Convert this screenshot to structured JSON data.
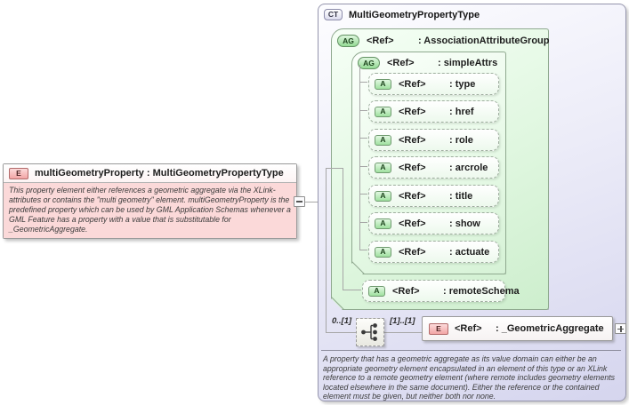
{
  "diagram": {
    "element": {
      "icon": "E",
      "title": "multiGeometryProperty : MultiGeometryPropertyType",
      "documentation": "This property element either references a geometric aggregate via the XLink-attributes or contains the \"multi geometry\" element. multiGeometryProperty is the predefined property which can be used by GML Application Schemas whenever a GML Feature has a property with a value that is substitutable for _GeometricAggregate."
    },
    "complex_type": {
      "icon": "CT",
      "title": "MultiGeometryPropertyType",
      "association_attribute_group": {
        "icon": "AG",
        "ref": "<Ref>",
        "type": ": AssociationAttributeGroup"
      },
      "simple_attrs": {
        "icon": "AG",
        "ref": "<Ref>",
        "type": ": simpleAttrs"
      },
      "attributes": [
        {
          "icon": "A",
          "ref": "<Ref>",
          "type": ": type"
        },
        {
          "icon": "A",
          "ref": "<Ref>",
          "type": ": href"
        },
        {
          "icon": "A",
          "ref": "<Ref>",
          "type": ": role"
        },
        {
          "icon": "A",
          "ref": "<Ref>",
          "type": ": arcrole"
        },
        {
          "icon": "A",
          "ref": "<Ref>",
          "type": ": title"
        },
        {
          "icon": "A",
          "ref": "<Ref>",
          "type": ": show"
        },
        {
          "icon": "A",
          "ref": "<Ref>",
          "type": ": actuate"
        }
      ],
      "remote_schema": {
        "icon": "A",
        "ref": "<Ref>",
        "type": ": remoteSchema"
      },
      "sequence": {
        "occurs_left": "0..[1]",
        "occurs_right": "[1]..[1]"
      },
      "child_element": {
        "icon": "E",
        "ref": "<Ref>",
        "type": ": _GeometricAggregate"
      },
      "documentation": "A property that has a geometric aggregate as its value domain can either be an appropriate geometry element encapsulated in an element of this type or an XLink reference to a remote geometry element (where remote includes geometry elements located elsewhere in the same document). Either the reference or the contained element must be given, but neither both nor none."
    },
    "icons": {
      "collapse_toggle": "minus-icon",
      "expand_toggle": "plus-icon",
      "compositor": "sequence-model-group-icon"
    },
    "colors": {
      "complex_type_fill": "#d5d5ee",
      "attribute_group_fill": "#cdeecd",
      "element_doc_fill": "#fbd9d9",
      "element_icon_fill": "#f2a5a5",
      "border_gray": "#9a9a9a"
    }
  }
}
